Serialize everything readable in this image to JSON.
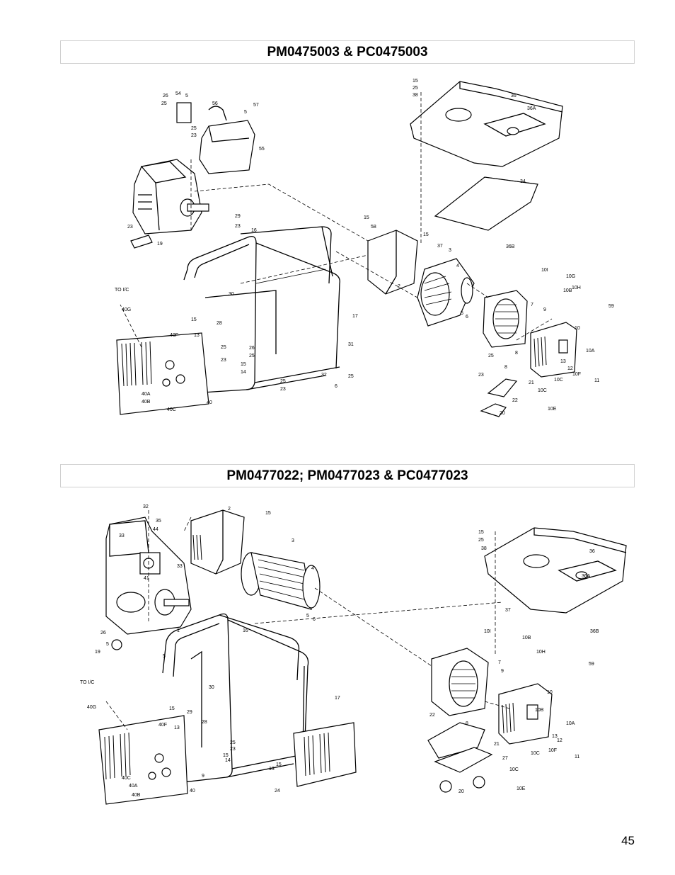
{
  "sections": [
    {
      "title": "PM0475003 & PC0475003",
      "part_labels": [
        "26",
        "25",
        "54",
        "5",
        "56",
        "57",
        "5",
        "25",
        "23",
        "55",
        "23",
        "29",
        "23",
        "19",
        "16",
        "TO I/C",
        "40G",
        "30",
        "15",
        "13",
        "28",
        "40F",
        "25",
        "26",
        "25",
        "23",
        "15",
        "14",
        "25",
        "23",
        "40A",
        "40B",
        "40C",
        "40",
        "17",
        "31",
        "32",
        "25",
        "6",
        "15",
        "25",
        "38",
        "36",
        "36A",
        "34",
        "15",
        "58",
        "15",
        "37",
        "3",
        "36B",
        "2",
        "4",
        "5",
        "6",
        "10I",
        "10G",
        "10B",
        "10H",
        "59",
        "7",
        "9",
        "8",
        "10",
        "10A",
        "25",
        "8",
        "13",
        "12",
        "10F",
        "11",
        "23",
        "21",
        "10C",
        "10C",
        "22",
        "10E",
        "20"
      ]
    },
    {
      "title": "PM0477022; PM0477023 & PC0477023",
      "part_labels": [
        "32",
        "35",
        "44",
        "33",
        "33",
        "41",
        "2",
        "15",
        "3",
        "4",
        "5",
        "6",
        "26",
        "5",
        "19",
        "1",
        "5",
        "16",
        "TO I/C",
        "40G",
        "30",
        "17",
        "15",
        "13",
        "29",
        "28",
        "40F",
        "25",
        "23",
        "15",
        "14",
        "13",
        "15",
        "40C",
        "40A",
        "40B",
        "9",
        "40",
        "24",
        "15",
        "25",
        "38",
        "36",
        "36A",
        "37",
        "36B",
        "10I",
        "10B",
        "10H",
        "59",
        "7",
        "9",
        "10",
        "10B",
        "22",
        "8",
        "10A",
        "13",
        "12",
        "10F",
        "10C",
        "11",
        "21",
        "27",
        "10C",
        "20",
        "10E"
      ]
    }
  ],
  "page_number": "45"
}
